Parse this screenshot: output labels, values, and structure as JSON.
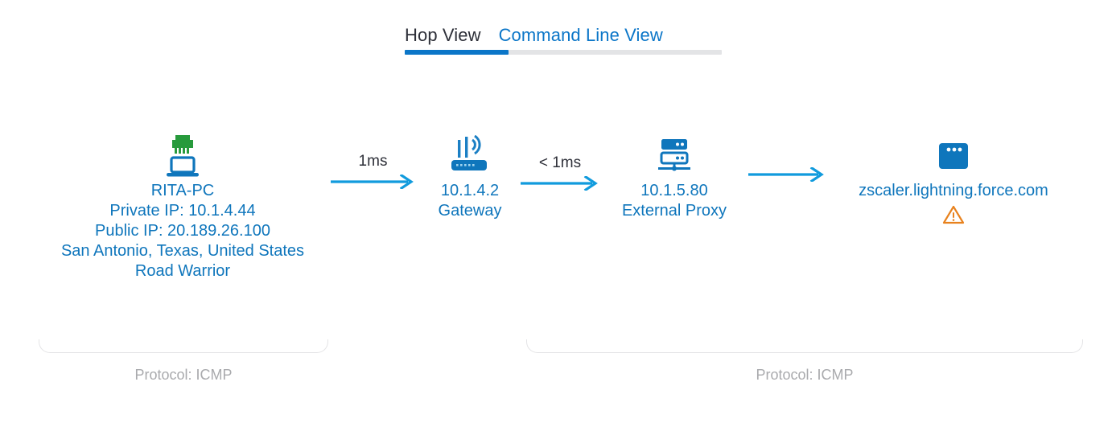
{
  "tabs": [
    {
      "label": "Hop View",
      "active": true
    },
    {
      "label": "Command Line View",
      "active": false
    }
  ],
  "colors": {
    "node_text": "#0f76bc",
    "arrow": "#119bdd",
    "tab_active_underline": "#0b76c8",
    "tab_inactive_text": "#0b76c8",
    "tab_active_text": "#2e3039",
    "protocol_text": "#a9aaad",
    "warning": "#e8821e",
    "ethernet_green": "#279a3c"
  },
  "nodes": [
    {
      "id": "client",
      "icon": "laptop-ethernet-icon",
      "lines": [
        "RITA-PC",
        "Private IP: 10.1.4.44",
        "Public IP: 20.189.26.100",
        "San Antonio, Texas, United States",
        "Road Warrior"
      ]
    },
    {
      "id": "gateway",
      "icon": "wireless-router-icon",
      "lines": [
        "10.1.4.2",
        "Gateway"
      ]
    },
    {
      "id": "proxy",
      "icon": "server-stack-icon",
      "lines": [
        "10.1.5.80",
        "External Proxy"
      ]
    },
    {
      "id": "destination",
      "icon": "browser-window-icon",
      "lines": [
        "zscaler.lightning.force.com"
      ],
      "warning_icon": "warning-triangle-icon"
    }
  ],
  "hops": [
    {
      "id": "hop-1",
      "label": "1ms",
      "icon": "arrow-right-icon"
    },
    {
      "id": "hop-2",
      "label": "< 1ms",
      "icon": "arrow-right-icon"
    },
    {
      "id": "hop-3",
      "label": "",
      "icon": "arrow-right-icon"
    }
  ],
  "segments": [
    {
      "id": "segment-1",
      "protocol": "Protocol: ICMP"
    },
    {
      "id": "segment-2",
      "protocol": "Protocol: ICMP"
    }
  ]
}
